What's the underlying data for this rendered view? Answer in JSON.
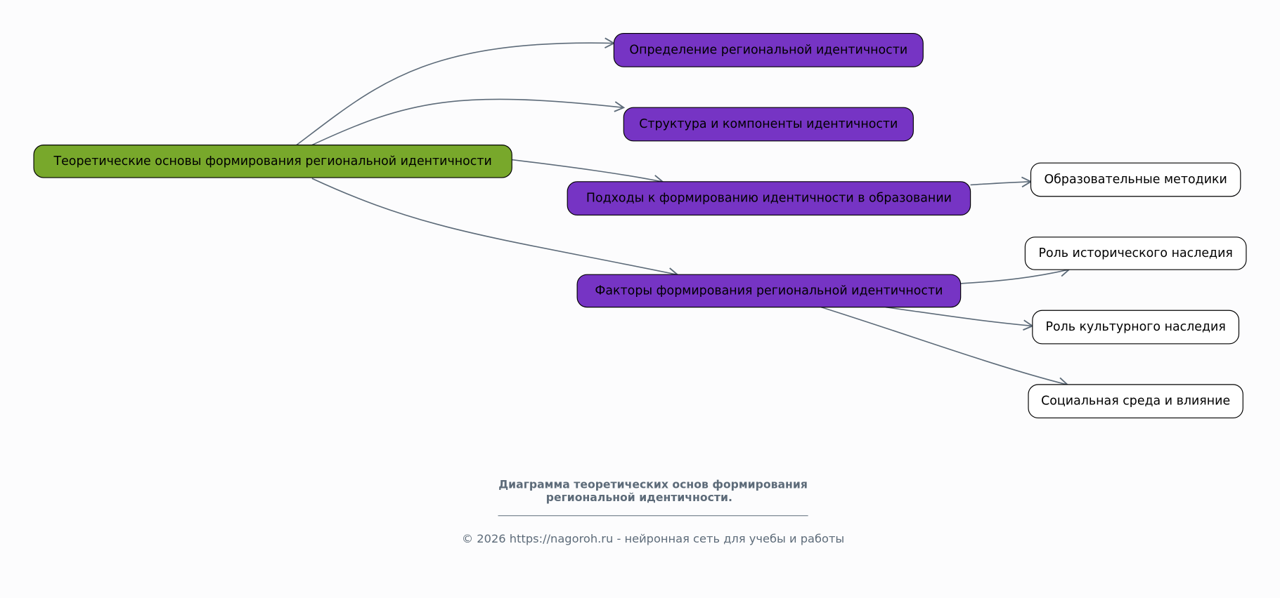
{
  "diagram": {
    "root": {
      "label": "Теоретические основы формирования региональной идентичности",
      "color": "#78a82b"
    },
    "sections": [
      {
        "label": "Определение региональной идентичности",
        "color": "#7634c4"
      },
      {
        "label": "Структура и компоненты идентичности",
        "color": "#7634c4"
      },
      {
        "label": "Подходы к формированию идентичности в образовании",
        "color": "#7634c4"
      },
      {
        "label": "Факторы формирования региональной идентичности",
        "color": "#7634c4"
      }
    ],
    "leaves": [
      {
        "label": "Образовательные методики",
        "parent": "Подходы к формированию идентичности в образовании"
      },
      {
        "label": "Роль исторического наследия",
        "parent": "Факторы формирования региональной идентичности"
      },
      {
        "label": "Роль культурного наследия",
        "parent": "Факторы формирования региональной идентичности"
      },
      {
        "label": "Социальная среда и влияние",
        "parent": "Факторы формирования региональной идентичности"
      }
    ],
    "edge_color": "#5d6b79"
  },
  "caption": {
    "line1": "Диаграмма теоретических основ формирования",
    "line2": "региональной идентичности."
  },
  "footer": "© 2026 https://nagoroh.ru - нейронная сеть для учебы и работы"
}
